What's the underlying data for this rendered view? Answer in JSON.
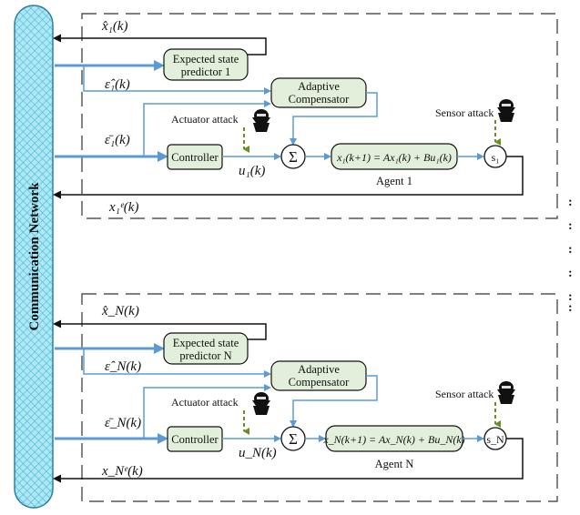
{
  "network": {
    "label": "Communication Network",
    "fill": "#aee8f5",
    "hatch": "#4ab6d4",
    "stroke": "#2a7fa5"
  },
  "colors": {
    "blue": "#5b9bd5",
    "dark": "#111111",
    "box_fill": "#e2efda",
    "box_stroke": "#111111",
    "attack_arrow": "#6b8e23"
  },
  "agents": [
    {
      "x_hat": "x̂₁(k)",
      "eps_hat": "ε̂₁(k)",
      "eps_bar": "ε̄₁(k)",
      "x_e": "x₁ᵉ(k)",
      "predictor_line1": "Expected state",
      "predictor_line2": "predictor 1",
      "compensator_line1": "Adaptive",
      "compensator_line2": "Compensator",
      "controller": "Controller",
      "u": "u₁(k)",
      "sum": "Σ",
      "dynamics": "x₁(k+1) = Ax₁(k) + Bu₁(k)",
      "sensor_node": "s₁",
      "agent_label": "Agent 1",
      "actuator_attack": "Actuator attack",
      "sensor_attack": "Sensor attack"
    },
    {
      "x_hat": "x̂_N(k)",
      "eps_hat": "ε̂_N(k)",
      "eps_bar": "ε̄_N(k)",
      "x_e": "x_Nᵉ(k)",
      "predictor_line1": "Expected state",
      "predictor_line2": "predictor N",
      "compensator_line1": "Adaptive",
      "compensator_line2": "Compensator",
      "controller": "Controller",
      "u": "u_N(k)",
      "sum": "Σ",
      "dynamics": "x_N(k+1) = Ax_N(k) + Bu_N(k)",
      "sensor_node": "s_N",
      "agent_label": "Agent N",
      "actuator_attack": "Actuator attack",
      "sensor_attack": "Sensor attack"
    }
  ],
  "ellipsis": ":"
}
